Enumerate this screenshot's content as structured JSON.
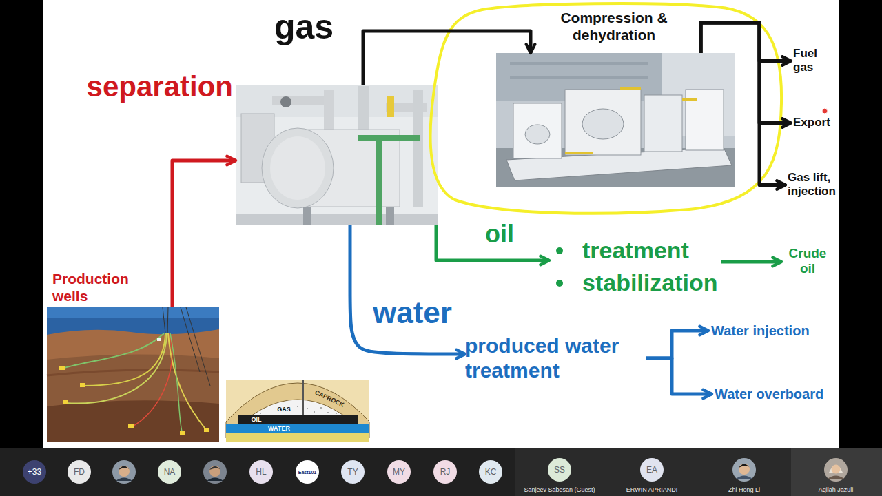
{
  "diagram": {
    "nodes": [
      {
        "text": [
          "Production wells"
        ]
      },
      {
        "text": [
          "separation"
        ]
      },
      {
        "text": [
          "Compression & dehydration"
        ]
      },
      {
        "text": [
          "Fuel gas"
        ]
      },
      {
        "text": [
          "Export"
        ]
      },
      {
        "text": [
          "Gas lift, injection"
        ]
      },
      {
        "text": [
          "treatment",
          "stabilization"
        ]
      },
      {
        "text": [
          "Crude oil"
        ]
      },
      {
        "text": [
          "produced water treatment"
        ]
      },
      {
        "text": [
          "Water injection"
        ]
      },
      {
        "text": [
          "Water overboard"
        ]
      }
    ],
    "edges": [
      {
        "from": 0,
        "to": 1,
        "arrow": "to"
      },
      {
        "from": 1,
        "to": 2,
        "label": "gas",
        "arrow": "to"
      },
      {
        "from": 2,
        "to": 3,
        "arrow": "to"
      },
      {
        "from": 2,
        "to": 4,
        "arrow": "to"
      },
      {
        "from": 2,
        "to": 5,
        "arrow": "to"
      },
      {
        "from": 1,
        "to": 6,
        "label": "oil",
        "arrow": "to"
      },
      {
        "from": 6,
        "to": 7,
        "arrow": "to"
      },
      {
        "from": 1,
        "to": 8,
        "label": "water",
        "arrow": "to"
      },
      {
        "from": 8,
        "to": 9,
        "arrow": "to"
      },
      {
        "from": 8,
        "to": 10,
        "arrow": "to"
      }
    ],
    "labels": [
      "GAS",
      "CAPROCK",
      "OIL",
      "WATER",
      "+33",
      "FD",
      "NA",
      "HL",
      "East101",
      "TY",
      "MY",
      "RJ",
      "KC",
      "SS",
      "EA",
      "Sanjeev Sabesan (Guest)",
      "ERWIN APRIANDI",
      "Zhi Hong Li",
      "Aqilah Jazuli"
    ]
  }
}
